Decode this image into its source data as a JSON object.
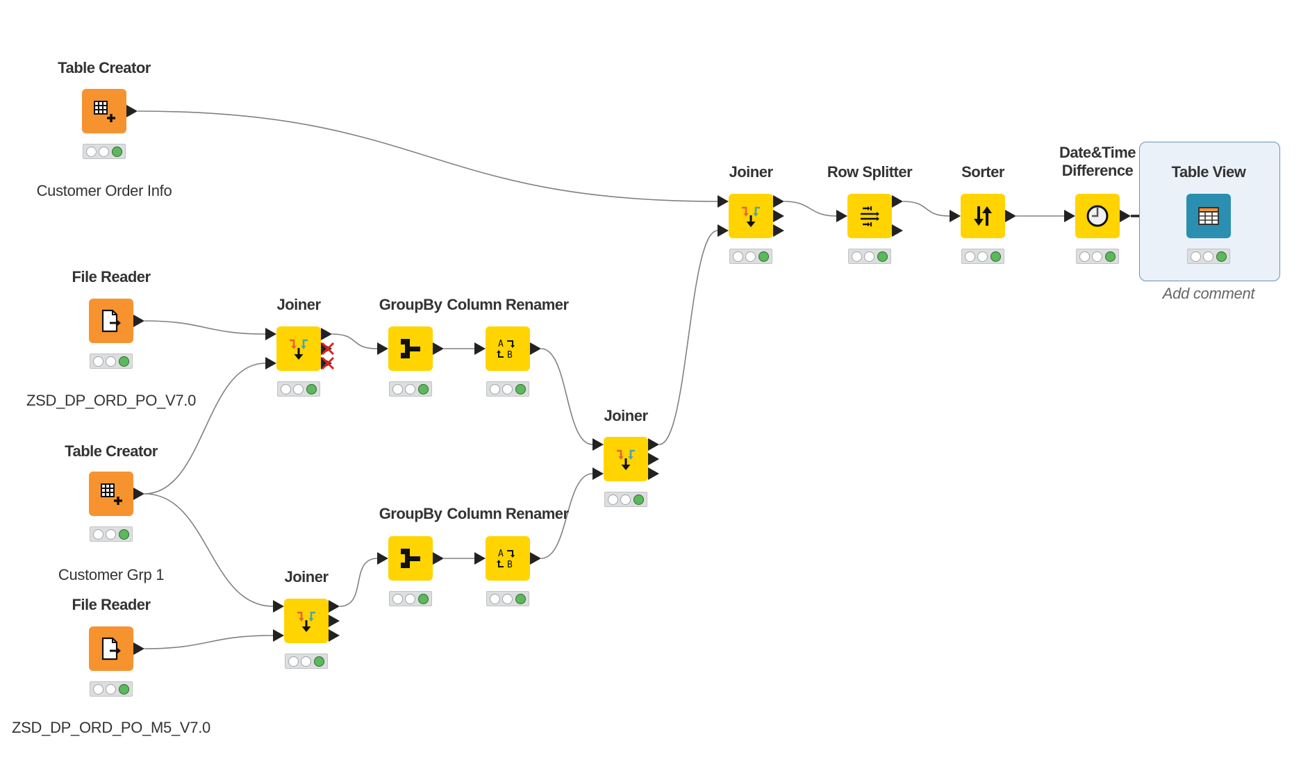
{
  "colors": {
    "source": "#f7932f",
    "manipulator": "#ffd400",
    "view": "#2a8fb1",
    "connection": "#808080",
    "status_green": "#5cb85c",
    "selection_bg": "#eaf1f9",
    "selection_border": "#6a8fb5"
  },
  "nodes": [
    {
      "id": "tc1",
      "name": "Table Creator",
      "comment": "Customer Order Info",
      "type": "source",
      "icon": "table-creator-icon",
      "status": "executed"
    },
    {
      "id": "fr1",
      "name": "File Reader",
      "comment": "ZSD_DP_ORD_PO_V7.0",
      "type": "source",
      "icon": "file-reader-icon",
      "status": "executed"
    },
    {
      "id": "tc2",
      "name": "Table Creator",
      "comment": "Customer Grp 1",
      "type": "source",
      "icon": "table-creator-icon",
      "status": "executed"
    },
    {
      "id": "fr2",
      "name": "File Reader",
      "comment": "ZSD_DP_ORD_PO_M5_V7.0",
      "type": "source",
      "icon": "file-reader-icon",
      "status": "executed"
    },
    {
      "id": "j1",
      "name": "Joiner",
      "comment": "",
      "type": "manipulator",
      "icon": "joiner-icon",
      "status": "executed",
      "inactive_outputs": 2
    },
    {
      "id": "gb1",
      "name": "GroupBy",
      "comment": "",
      "type": "manipulator",
      "icon": "groupby-icon",
      "status": "executed"
    },
    {
      "id": "cr1",
      "name": "Column Renamer",
      "comment": "",
      "type": "manipulator",
      "icon": "column-renamer-icon",
      "status": "executed"
    },
    {
      "id": "j2",
      "name": "Joiner",
      "comment": "",
      "type": "manipulator",
      "icon": "joiner-icon",
      "status": "executed"
    },
    {
      "id": "gb2",
      "name": "GroupBy",
      "comment": "",
      "type": "manipulator",
      "icon": "groupby-icon",
      "status": "executed"
    },
    {
      "id": "cr2",
      "name": "Column Renamer",
      "comment": "",
      "type": "manipulator",
      "icon": "column-renamer-icon",
      "status": "executed"
    },
    {
      "id": "jm",
      "name": "Joiner",
      "comment": "",
      "type": "manipulator",
      "icon": "joiner-icon",
      "status": "executed"
    },
    {
      "id": "jt",
      "name": "Joiner",
      "comment": "",
      "type": "manipulator",
      "icon": "joiner-icon",
      "status": "executed"
    },
    {
      "id": "rs",
      "name": "Row Splitter",
      "comment": "",
      "type": "manipulator",
      "icon": "row-splitter-icon",
      "status": "executed"
    },
    {
      "id": "so",
      "name": "Sorter",
      "comment": "",
      "type": "manipulator",
      "icon": "sorter-icon",
      "status": "executed"
    },
    {
      "id": "dt",
      "name": "Date&Time\nDifference",
      "comment": "",
      "type": "manipulator",
      "icon": "clock-icon",
      "status": "executed"
    },
    {
      "id": "tv",
      "name": "Table View",
      "comment": "Add comment",
      "type": "view",
      "icon": "table-view-icon",
      "status": "executed",
      "selected": true
    }
  ],
  "connections": [
    {
      "from": "tc1",
      "from_port": 0,
      "to": "jt",
      "to_port": 0
    },
    {
      "from": "fr1",
      "from_port": 0,
      "to": "j1",
      "to_port": 0
    },
    {
      "from": "tc2",
      "from_port": 0,
      "to": "j1",
      "to_port": 1
    },
    {
      "from": "tc2",
      "from_port": 0,
      "to": "j2",
      "to_port": 0
    },
    {
      "from": "fr2",
      "from_port": 0,
      "to": "j2",
      "to_port": 1
    },
    {
      "from": "j1",
      "from_port": 0,
      "to": "gb1",
      "to_port": 0
    },
    {
      "from": "gb1",
      "from_port": 0,
      "to": "cr1",
      "to_port": 0
    },
    {
      "from": "cr1",
      "from_port": 0,
      "to": "jm",
      "to_port": 0
    },
    {
      "from": "j2",
      "from_port": 0,
      "to": "gb2",
      "to_port": 0
    },
    {
      "from": "gb2",
      "from_port": 0,
      "to": "cr2",
      "to_port": 0
    },
    {
      "from": "cr2",
      "from_port": 0,
      "to": "jm",
      "to_port": 1
    },
    {
      "from": "jm",
      "from_port": 0,
      "to": "jt",
      "to_port": 1
    },
    {
      "from": "jt",
      "from_port": 0,
      "to": "rs",
      "to_port": 0
    },
    {
      "from": "rs",
      "from_port": 0,
      "to": "so",
      "to_port": 0
    },
    {
      "from": "so",
      "from_port": 0,
      "to": "dt",
      "to_port": 0
    },
    {
      "from": "dt",
      "from_port": 0,
      "to": "tv",
      "to_port": 0,
      "selected": true
    }
  ]
}
